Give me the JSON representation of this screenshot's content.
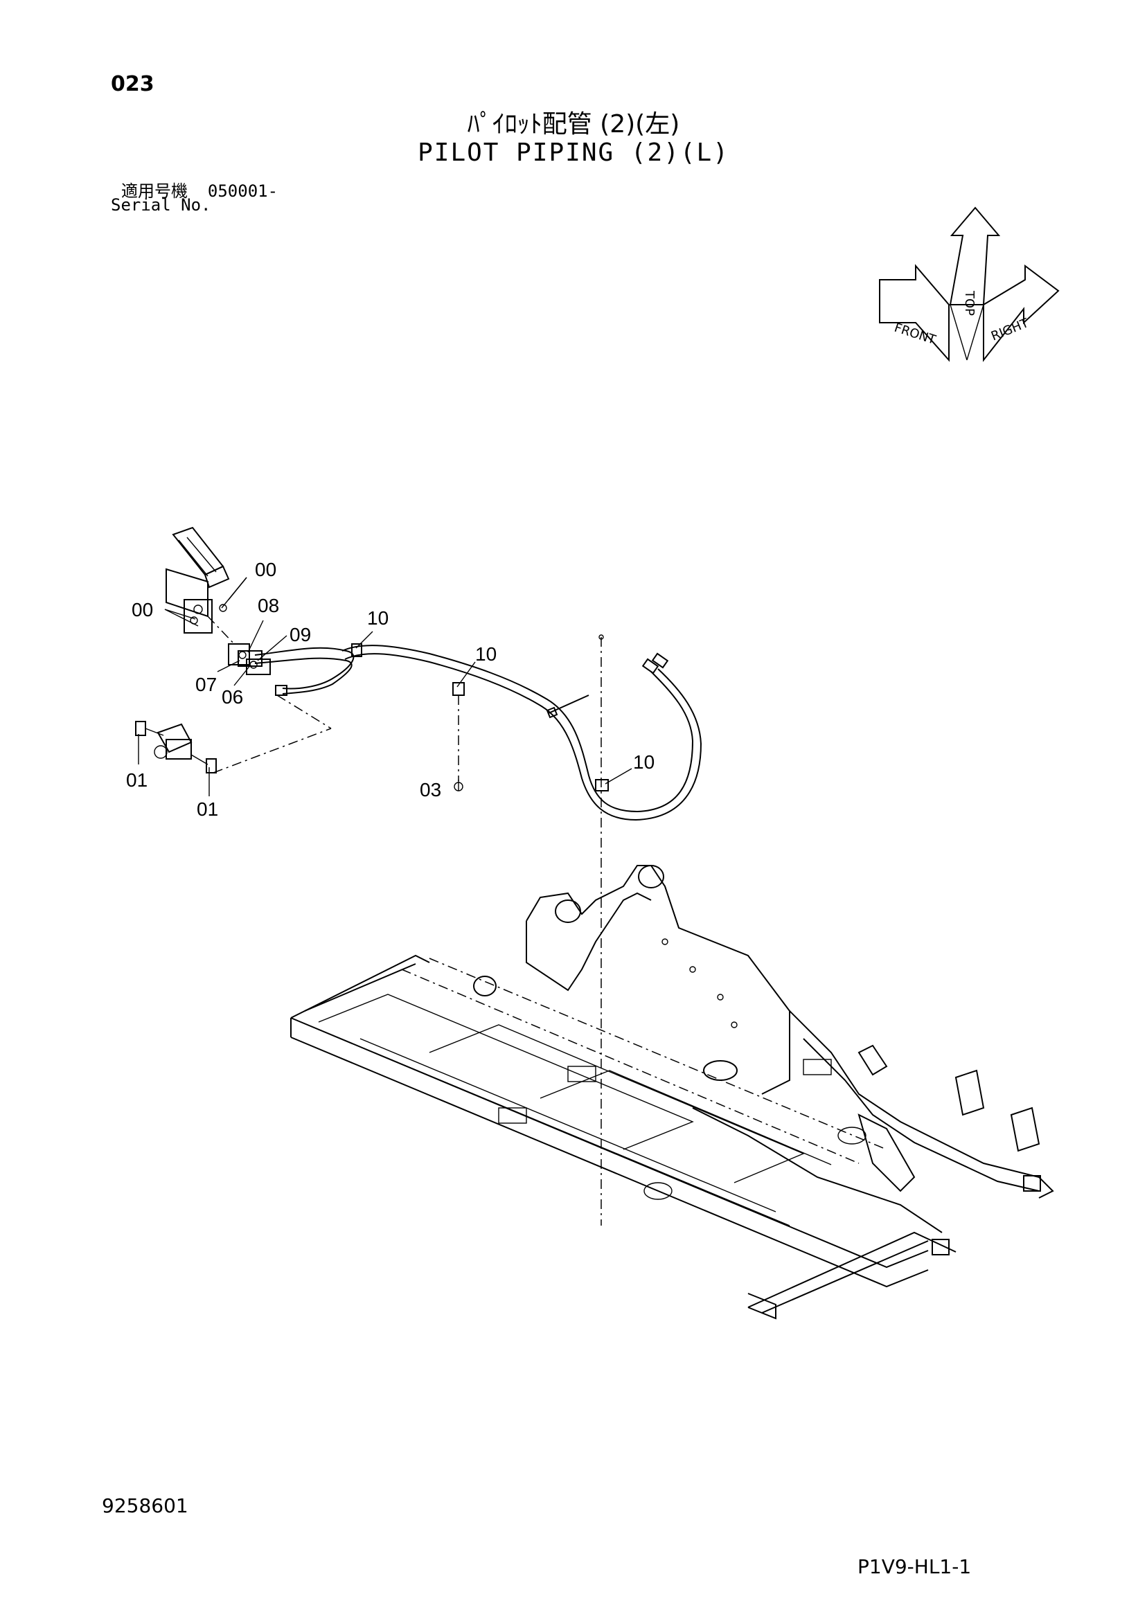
{
  "page_number": "023",
  "title_jp": "ﾊﾟｲﾛｯﾄ配管 (2)(左)",
  "title_en": "PILOT PIPING (2)(L)",
  "serial_label_jp": "適用号機",
  "serial_value": "050001-",
  "serial_label_en": "Serial No.",
  "orientation": {
    "front": "FRONT",
    "top": "TOP",
    "right": "RIGHT"
  },
  "callouts": [
    "00",
    "00",
    "08",
    "09",
    "10",
    "10",
    "07",
    "06",
    "01",
    "01",
    "03",
    "10"
  ],
  "document_number": "9258601",
  "sheet_code": "P1V9-HL1-1"
}
